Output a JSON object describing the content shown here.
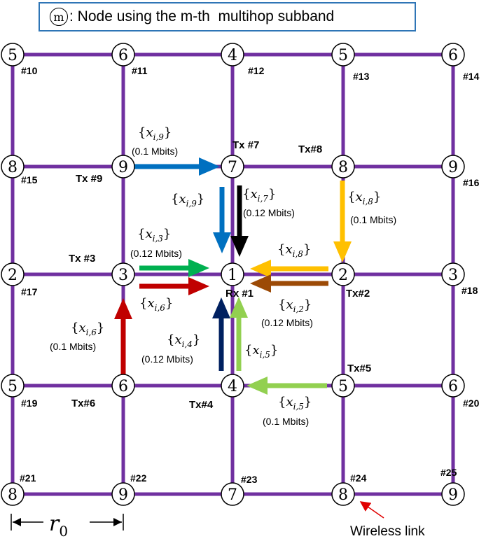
{
  "legend": {
    "symbol": "m",
    "text": ": Node using the m-th  multihop subband"
  },
  "colors": {
    "link": "#7030a0",
    "blue": "#0070c0",
    "green": "#00b050",
    "red": "#c00000",
    "black": "#000000",
    "orange": "#ffc000",
    "brown": "#9c4a06",
    "navy": "#002060",
    "lightgreen": "#92d050"
  },
  "nodes": [
    {
      "subband": "5",
      "id": "#10"
    },
    {
      "subband": "6",
      "id": "#11"
    },
    {
      "subband": "4",
      "id": "#12"
    },
    {
      "subband": "5",
      "id": "#13"
    },
    {
      "subband": "6",
      "id": "#14"
    },
    {
      "subband": "8",
      "id": "#15"
    },
    {
      "subband": "9",
      "id": "Tx #9"
    },
    {
      "subband": "7",
      "id": "Tx #7"
    },
    {
      "subband": "8",
      "id": "Tx#8"
    },
    {
      "subband": "9",
      "id": "#16"
    },
    {
      "subband": "2",
      "id": "#17"
    },
    {
      "subband": "3",
      "id": "Tx #3"
    },
    {
      "subband": "1",
      "id": "Rx #1"
    },
    {
      "subband": "2",
      "id": "Tx#2"
    },
    {
      "subband": "3",
      "id": "#18"
    },
    {
      "subband": "5",
      "id": "#19"
    },
    {
      "subband": "6",
      "id": "Tx#6"
    },
    {
      "subband": "4",
      "id": "Tx#4"
    },
    {
      "subband": "5",
      "id": "Tx#5"
    },
    {
      "subband": "6",
      "id": "#20"
    },
    {
      "subband": "8",
      "id": "#21"
    },
    {
      "subband": "9",
      "id": "#22"
    },
    {
      "subband": "7",
      "id": "#23"
    },
    {
      "subband": "8",
      "id": "#24"
    },
    {
      "subband": "9",
      "id": "#25"
    }
  ],
  "flows": [
    {
      "base": "x",
      "sub": "i,9",
      "bits": "(0.1 Mbits)",
      "color": "blue"
    },
    {
      "base": "x",
      "sub": "i,9",
      "bits": "",
      "color": "blue"
    },
    {
      "base": "x",
      "sub": "i,7",
      "bits": "(0.12 Mbits)",
      "color": "black"
    },
    {
      "base": "x",
      "sub": "i,8",
      "bits": "(0.1 Mbits)",
      "color": "orange"
    },
    {
      "base": "x",
      "sub": "i,3",
      "bits": "(0.12 Mbits)",
      "color": "green"
    },
    {
      "base": "x",
      "sub": "i,6",
      "bits": "",
      "color": "red"
    },
    {
      "base": "x",
      "sub": "i,8",
      "bits": "",
      "color": "orange"
    },
    {
      "base": "x",
      "sub": "i,2",
      "bits": "(0.12 Mbits)",
      "color": "brown"
    },
    {
      "base": "x",
      "sub": "i,6",
      "bits": "(0.1 Mbits)",
      "color": "red"
    },
    {
      "base": "x",
      "sub": "i,4",
      "bits": "(0.12 Mbits)",
      "color": "navy"
    },
    {
      "base": "x",
      "sub": "i,5",
      "bits": "",
      "color": "lightgreen"
    },
    {
      "base": "x",
      "sub": "i,5",
      "bits": "(0.1 Mbits)",
      "color": "lightgreen"
    }
  ],
  "distance_label": {
    "base": "r",
    "sub": "0"
  },
  "wireless_label": "Wireless link"
}
